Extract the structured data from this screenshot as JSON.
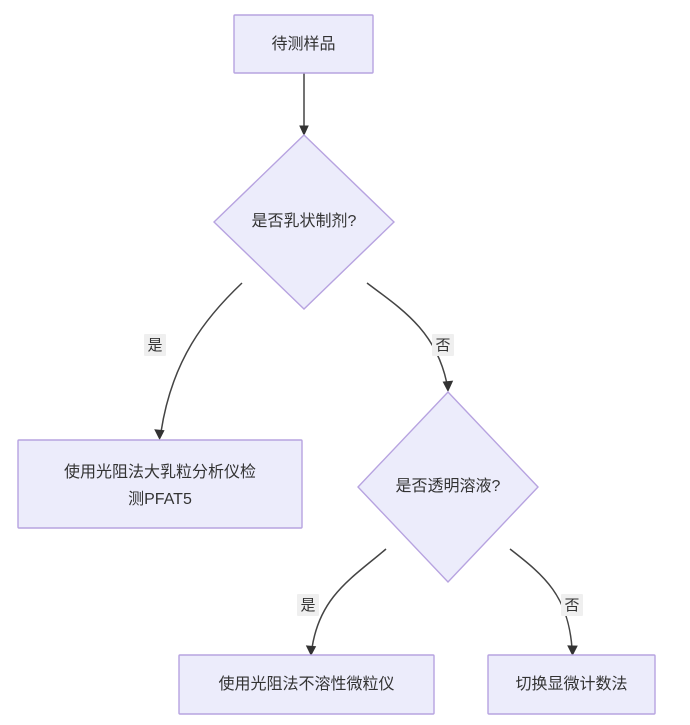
{
  "diagram": {
    "type": "flowchart",
    "direction": "top-down",
    "background_color": "#ffffff",
    "node_fill_color": "#ececfb",
    "node_border_color": "#b7a3e0",
    "edge_color": "#444444",
    "text_color": "#333333",
    "edge_label_bg_color": "#efefef",
    "nodes": [
      {
        "id": "start",
        "shape": "rect",
        "label": "待测样品"
      },
      {
        "id": "decision_emulsion",
        "shape": "diamond",
        "label": "是否乳状制剂?"
      },
      {
        "id": "result_pfat5",
        "shape": "rect",
        "label_line1": "使用光阻法大乳粒分析仪检",
        "label_line2": "测PFAT5",
        "label": "使用光阻法大乳粒分析仪检测PFAT5"
      },
      {
        "id": "decision_clear_solution",
        "shape": "diamond",
        "label": "是否透明溶液?"
      },
      {
        "id": "result_particle_counter",
        "shape": "rect",
        "label": "使用光阻法不溶性微粒仪"
      },
      {
        "id": "result_microscope",
        "shape": "rect",
        "label": "切换显微计数法"
      }
    ],
    "edges": [
      {
        "id": "e1",
        "from": "start",
        "to": "decision_emulsion",
        "label": ""
      },
      {
        "id": "e2",
        "from": "decision_emulsion",
        "to": "result_pfat5",
        "label": "是"
      },
      {
        "id": "e3",
        "from": "decision_emulsion",
        "to": "decision_clear_solution",
        "label": "否"
      },
      {
        "id": "e4",
        "from": "decision_clear_solution",
        "to": "result_particle_counter",
        "label": "是"
      },
      {
        "id": "e5",
        "from": "decision_clear_solution",
        "to": "result_microscope",
        "label": "否"
      }
    ]
  }
}
